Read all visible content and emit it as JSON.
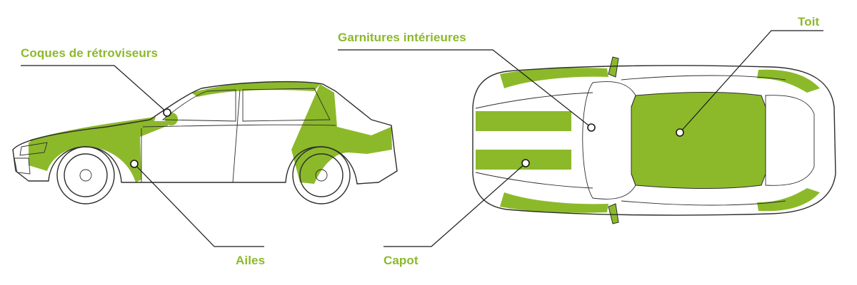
{
  "colors": {
    "wrap_green": "#8cb92a",
    "outline": "#2d2d2d",
    "background": "#ffffff"
  },
  "labels": {
    "mirrors": "Coques de rétroviseurs",
    "interior": "Garnitures intérieures",
    "roof": "Toit",
    "fenders": "Ailes",
    "hood": "Capot"
  },
  "views": [
    "side-view",
    "top-view"
  ]
}
